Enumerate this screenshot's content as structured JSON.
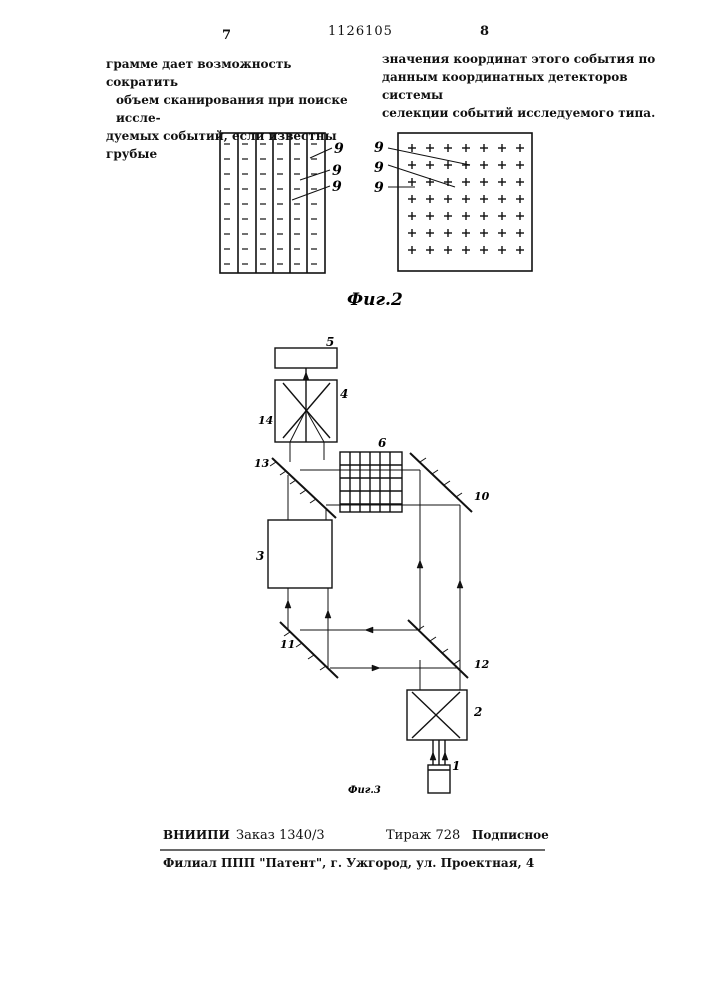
{
  "header": {
    "page_left": "7",
    "page_right": "8",
    "patent_number": "1126105"
  },
  "text": {
    "left_column": [
      "грамме дает возможность сократить",
      "объем сканирования при поиске иссле-",
      "дуемых событий, если известны грубые"
    ],
    "right_column": [
      "значения координат этого события по",
      "данным координатных детекторов системы",
      "селекции событий исследуемого типа."
    ]
  },
  "figure2": {
    "caption": "Фиг.2",
    "left_labels": [
      "9",
      "9",
      "9"
    ],
    "right_labels": [
      "9",
      "9",
      "9"
    ]
  },
  "figure3": {
    "caption": "Фиг.3",
    "labels": {
      "l1": "1",
      "l2": "2",
      "l3": "3",
      "l4": "4",
      "l5": "5",
      "l6": "6",
      "l10": "10",
      "l11": "11",
      "l12": "12",
      "l13": "13",
      "l14": "14"
    }
  },
  "imprint": {
    "org": "ВНИИПИ",
    "order": "Заказ 1340/3",
    "circulation": "Тираж 728",
    "subscription": "Подписное",
    "branch": "Филиал ППП \"Патент\", г. Ужгород, ул. Проектная, 4"
  }
}
